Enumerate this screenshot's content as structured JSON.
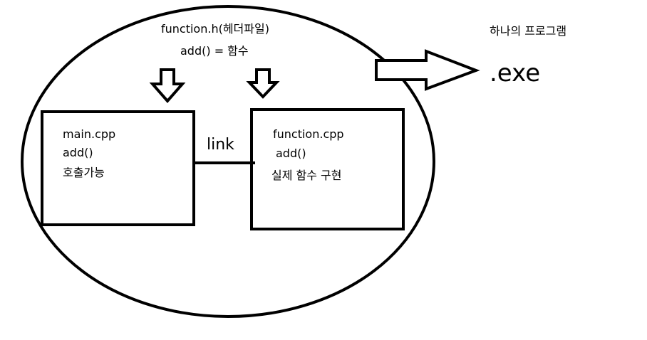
{
  "header": {
    "line1": "function.h(헤더파일)",
    "line2": "add() = 함수"
  },
  "left_box": {
    "line1": "main.cpp",
    "line2": "add()",
    "line3": "호출가능"
  },
  "right_box": {
    "line1": "function.cpp",
    "line2": "add()",
    "line3": "실제 함수 구현"
  },
  "connector": {
    "label": "link"
  },
  "output": {
    "caption": "하나의 프로그램",
    "label": ".exe"
  },
  "colors": {
    "stroke": "#000000",
    "background": "#ffffff"
  }
}
